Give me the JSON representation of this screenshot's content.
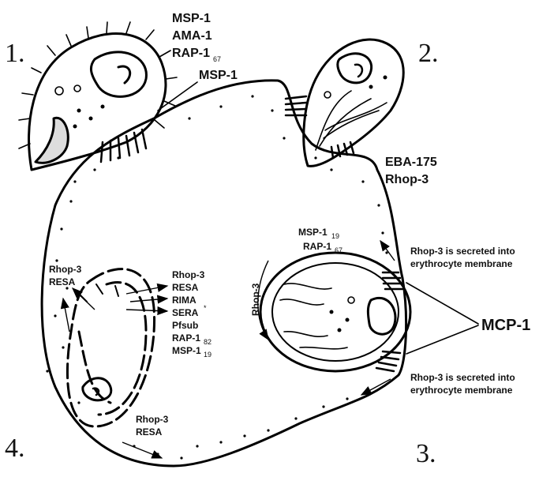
{
  "stages": {
    "s1": "1.",
    "s2": "2.",
    "s3": "3.",
    "s4": "4."
  },
  "labels": {
    "stage1_proteins": [
      "MSP-1",
      "AMA-1",
      "RAP-1"
    ],
    "stage1_rap_sub": "67",
    "stage1_msp": "MSP-1",
    "stage2_proteins": [
      "EBA-175",
      "Rhop-3"
    ],
    "stage3_msp": "MSP-1",
    "stage3_msp_sub": "19",
    "stage3_rap": "RAP-1",
    "stage3_rap_sub": "67",
    "rhop3_side": "Rhop-3",
    "secreted_top": [
      "Rhop-3 is secreted into",
      "erythrocyte membrane"
    ],
    "secreted_bottom": [
      "Rhop-3 is secreted into",
      "erythrocyte membrane"
    ],
    "mcp": "MCP-1",
    "stage4_left": [
      "Rhop-3",
      "RESA"
    ],
    "stage4_list": [
      "Rhop-3",
      "RESA",
      "RIMA",
      "SERA",
      "Pfsub",
      "RAP-1",
      "MSP-1"
    ],
    "stage4_sera_mark": "*",
    "stage4_rap_sub": "82",
    "stage4_msp_sub": "19",
    "stage4_bottom": [
      "Rhop-3",
      "RESA"
    ]
  }
}
